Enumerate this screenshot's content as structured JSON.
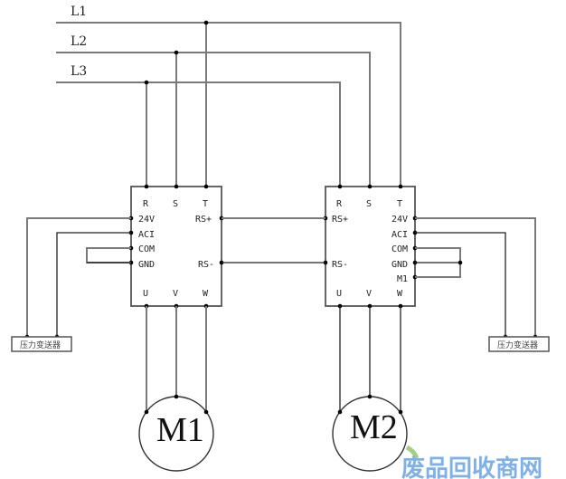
{
  "diagram": {
    "supply_lines": [
      "L1",
      "L2",
      "L3"
    ],
    "drive_left": {
      "top_terminals": [
        "R",
        "S",
        "T"
      ],
      "left_terminals": [
        "24V",
        "ACI",
        "COM",
        "GND"
      ],
      "right_terminals": [
        "RS+",
        "RS-"
      ],
      "bottom_terminals": [
        "U",
        "V",
        "W"
      ]
    },
    "drive_right": {
      "top_terminals": [
        "R",
        "S",
        "T"
      ],
      "left_terminals": [
        "RS+",
        "RS-"
      ],
      "right_terminals": [
        "24V",
        "ACI",
        "COM",
        "GND",
        "M1"
      ],
      "bottom_terminals": [
        "U",
        "V",
        "W"
      ]
    },
    "motors": [
      "M1",
      "M2"
    ],
    "sensors": [
      "压力变送器",
      "压力变送器"
    ],
    "watermark": "废品回收商网",
    "colors": {
      "wire_gray": "#7a7a7a",
      "wire_black": "#222222",
      "watermark": "#7fb0e8"
    }
  }
}
